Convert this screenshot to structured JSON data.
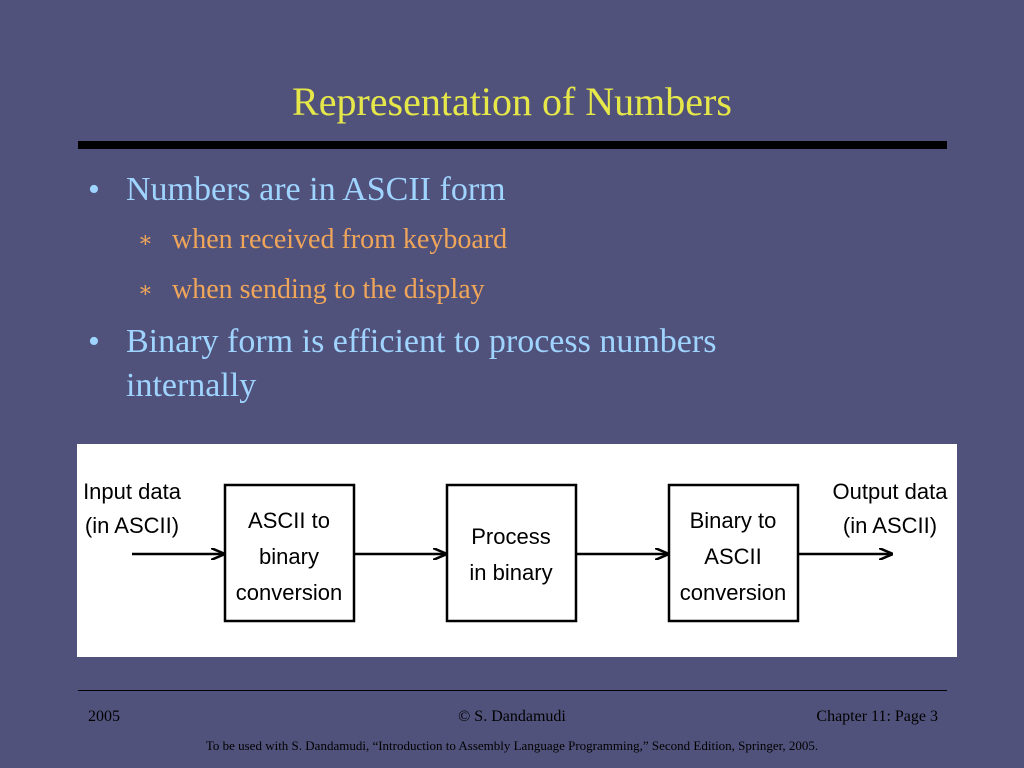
{
  "slide": {
    "title": "Representation of Numbers",
    "bullets": [
      {
        "text": "Numbers are in ASCII form",
        "sub": [
          "when received from keyboard",
          "when sending to the display"
        ]
      },
      {
        "text_line1": "Binary form is efficient to process numbers",
        "text_line2": "internally"
      }
    ],
    "bullet_symbol": "•",
    "sub_bullet_symbol": "∗"
  },
  "diagram": {
    "input_label": [
      "Input data",
      "(in ASCII)"
    ],
    "output_label": [
      "Output data",
      "(in ASCII)"
    ],
    "boxes": [
      {
        "lines": [
          "ASCII to",
          "binary",
          "conversion"
        ]
      },
      {
        "lines": [
          "Process",
          "in binary"
        ]
      },
      {
        "lines": [
          "Binary to",
          "ASCII",
          "conversion"
        ]
      }
    ]
  },
  "footer": {
    "year": "2005",
    "author": "© S. Dandamudi",
    "page": "Chapter 11: Page 3",
    "note": "To be used with S. Dandamudi, “Introduction to Assembly Language Programming,” Second Edition, Springer, 2005."
  }
}
